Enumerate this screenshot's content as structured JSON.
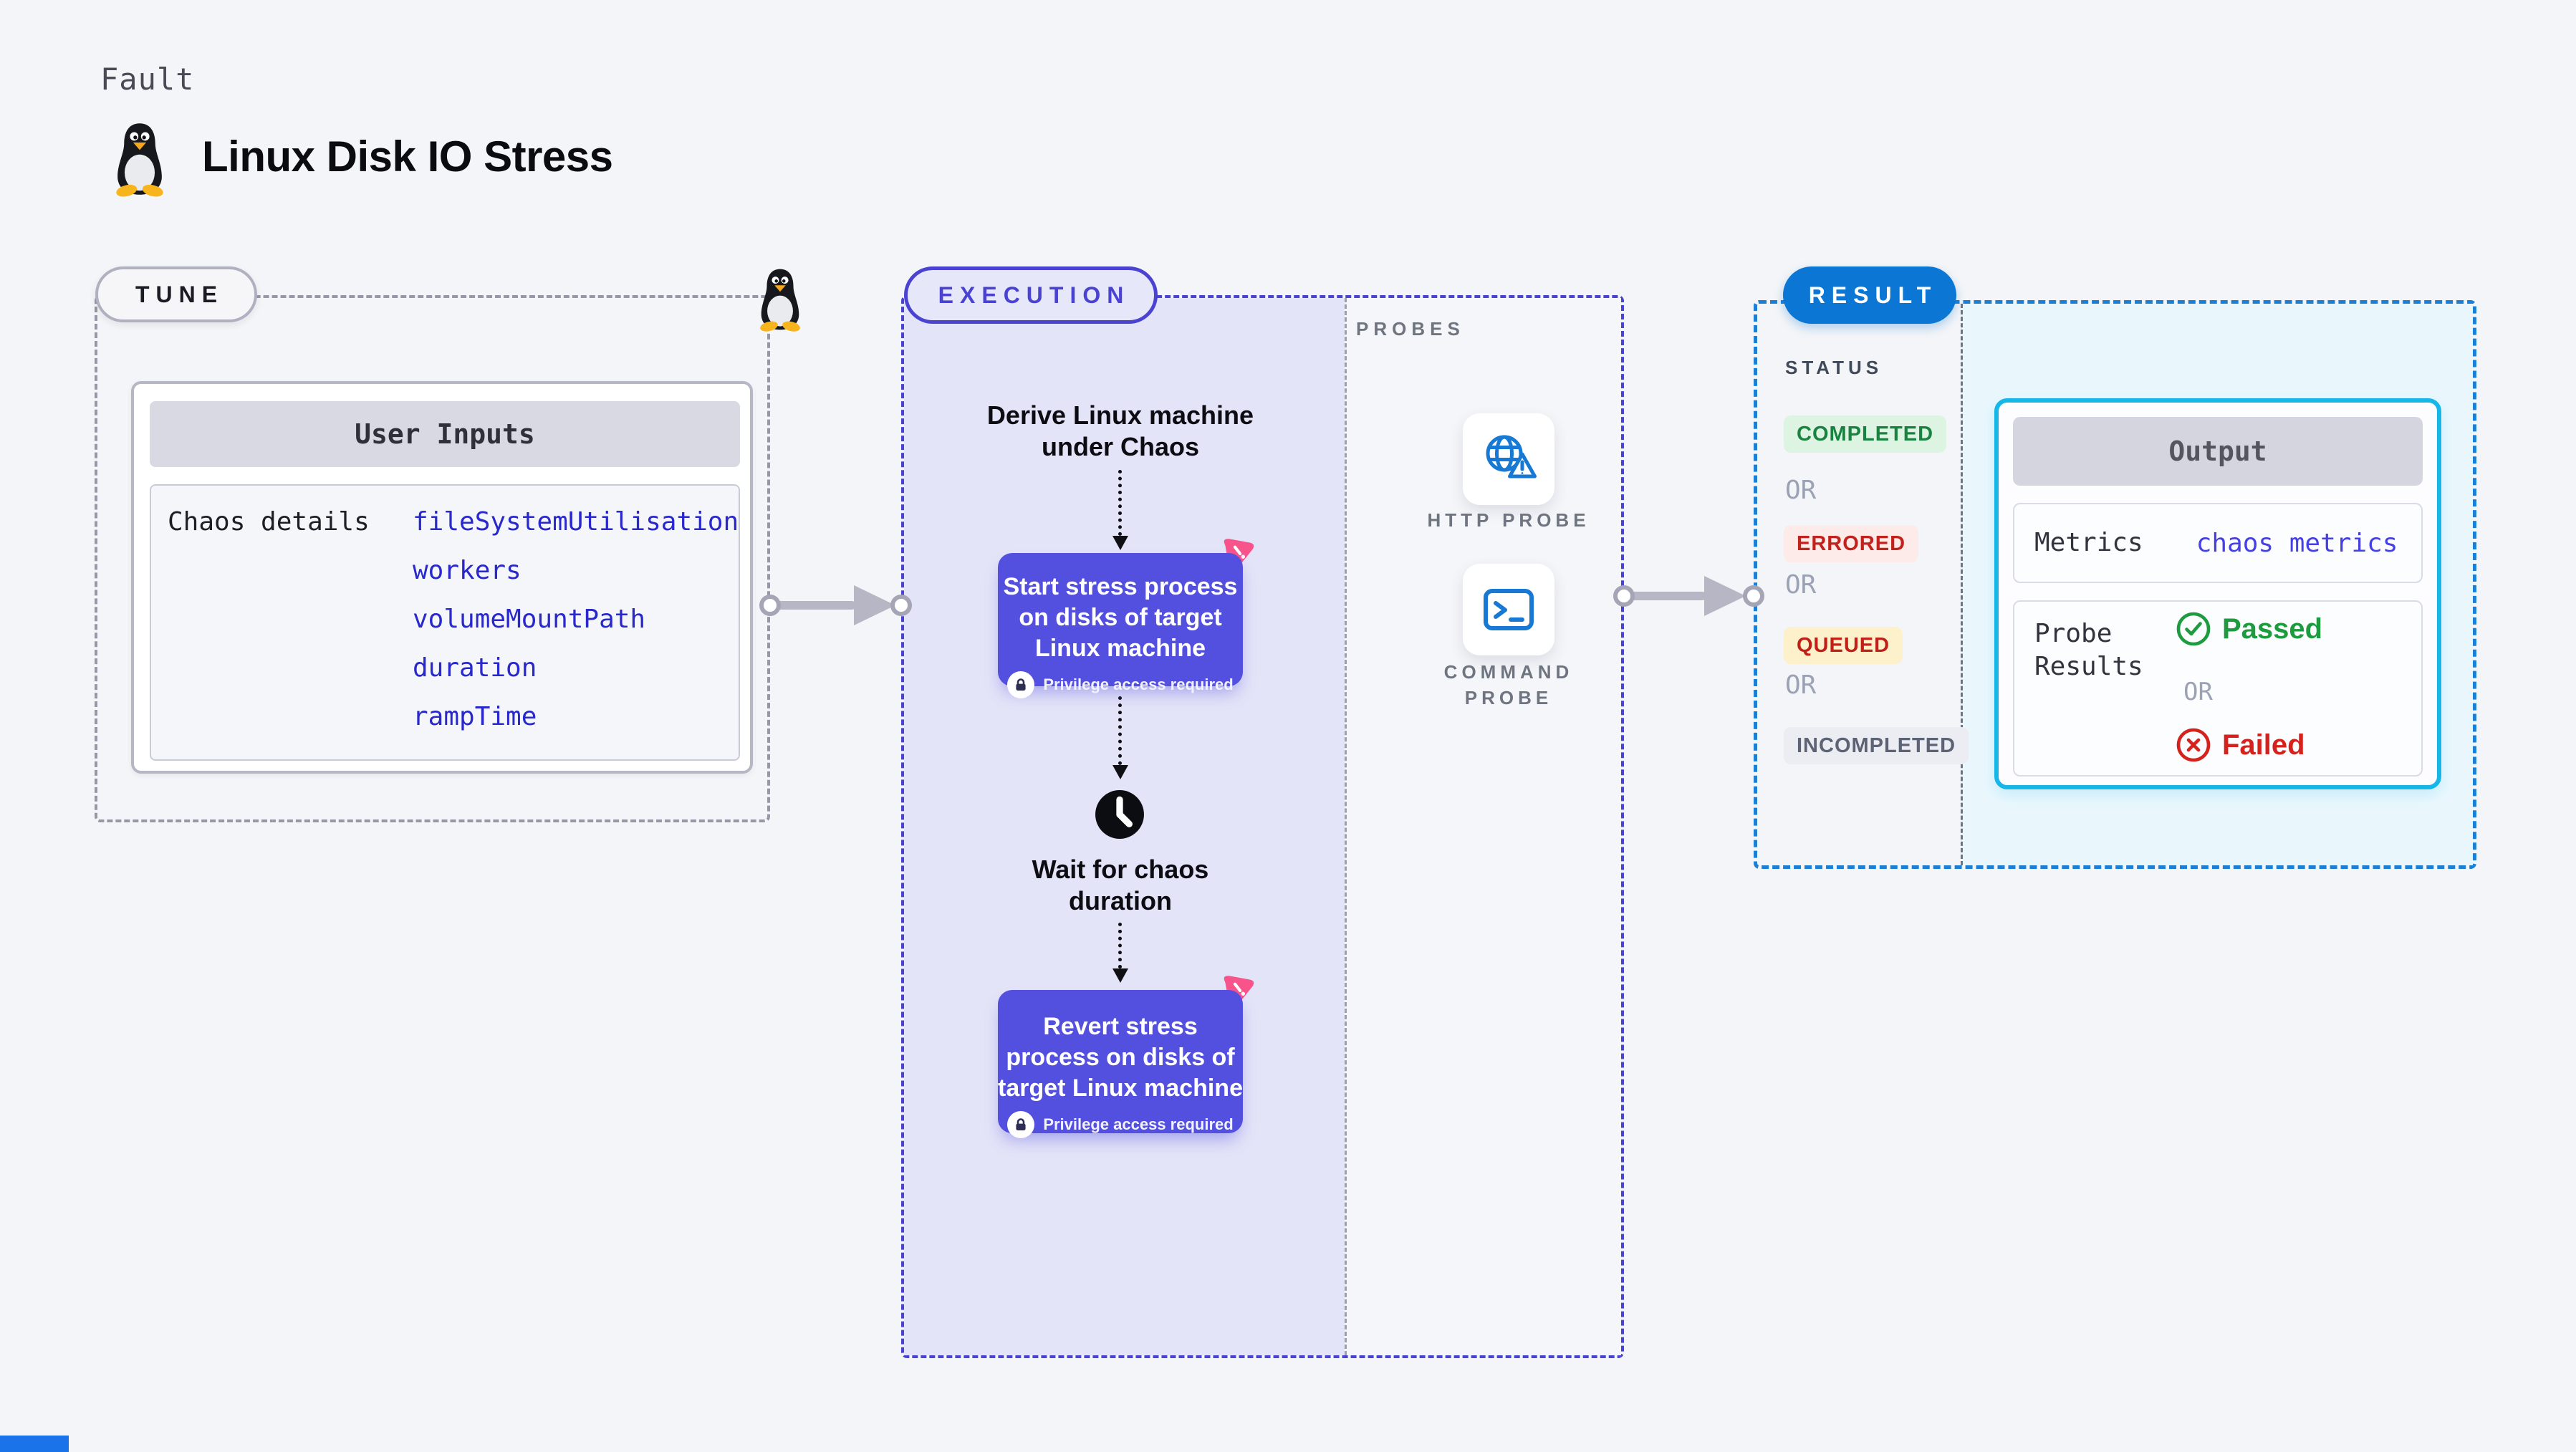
{
  "header": {
    "eyebrow": "Fault",
    "title": "Linux Disk IO Stress"
  },
  "tune": {
    "pill": "TUNE",
    "card_title": "User Inputs",
    "row_label": "Chaos details",
    "values": [
      "fileSystemUtilisation",
      "workers",
      "volumeMountPath",
      "duration",
      "rampTime"
    ]
  },
  "execution": {
    "pill": "EXECUTION",
    "derive_line1": "Derive Linux machine",
    "derive_line2": "under Chaos",
    "start_line1": "Start stress process",
    "start_line2": "on disks of target",
    "start_line3": "Linux machine",
    "privilege_note": "Privilege access required",
    "wait_line1": "Wait for chaos",
    "wait_line2": "duration",
    "revert_line1": "Revert stress",
    "revert_line2": "process on disks of",
    "revert_line3": "target Linux machine"
  },
  "probes": {
    "section_label": "PROBES",
    "http_label": "HTTP PROBE",
    "command_label_line1": "COMMAND",
    "command_label_line2": "PROBE"
  },
  "result": {
    "pill": "RESULT",
    "status_label": "STATUS",
    "statuses": [
      {
        "label": "COMPLETED",
        "fg": "#1a8240",
        "bg": "#def4e2"
      },
      {
        "label": "ERRORED",
        "fg": "#c3211b",
        "bg": "#fcebe9"
      },
      {
        "label": "QUEUED",
        "fg": "#c12018",
        "bg": "#fdf1cc"
      },
      {
        "label": "INCOMPLETED",
        "fg": "#5c6375",
        "bg": "#ececf3"
      }
    ],
    "or_label": "OR",
    "output": {
      "title": "Output",
      "metrics_label": "Metrics",
      "metrics_value": "chaos metrics",
      "probe_label_line1": "Probe",
      "probe_label_line2": "Results",
      "passed_label": "Passed",
      "failed_label": "Failed"
    }
  },
  "colors": {
    "page_bg": "#f4f5f8",
    "execution_accent": "#4a43d1",
    "execution_fill": "#e4e4f8",
    "action_box": "#5450df",
    "result_accent": "#1b7fd6",
    "result_pill": "#0b76d3",
    "result_fill": "#e9f7fd",
    "output_border": "#17b6e9",
    "tune_value_text": "#2828cc",
    "metrics_value_text": "#4540e5",
    "passed_green": "#1f9b3f",
    "failed_red": "#d6221c",
    "probe_icon_blue": "#1779d3",
    "chaos_pink": "#f9538b"
  },
  "icons": {
    "tux": "linux-tux-icon",
    "clock": "clock-icon",
    "lock": "lock-icon",
    "http_probe": "globe-warning-icon",
    "command_probe": "terminal-icon",
    "chaos_badge": "chaos-badge-icon",
    "passed": "check-circle-icon",
    "failed": "x-circle-icon"
  }
}
